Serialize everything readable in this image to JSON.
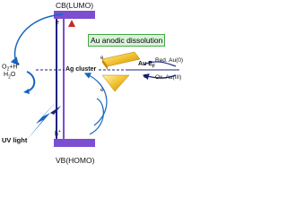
{
  "labels": {
    "cb": "CB(LUMO)",
    "vb": "VB(HOMO)",
    "electron_top": "e",
    "hole_bottom": "h",
    "hole_plus": "+",
    "o2": "O",
    "o2_sub": "2",
    "o2_rest": "+H",
    "o2_sup": "+",
    "h2o": "H",
    "h2o_sub": "2",
    "h2o_rest": "O",
    "uv": "UV light",
    "ag_cluster": "Ag cluster",
    "au": "Au E",
    "au_sub": "F",
    "electron_right": "e",
    "red": "Red. Au(0)",
    "ox": "Ox. Au(III)",
    "e_small_1": "e",
    "e_small_2": "e",
    "title": "Au anodic dissolution"
  },
  "colors": {
    "cb_bar": "#7b4fd0",
    "vb_bar": "#7b4fd0",
    "gap_line": "#1a237e",
    "arrow_blue": "#1565c0",
    "arrow_gradient_top": "#e53935",
    "arrow_gradient_bottom": "#fdd835",
    "title_bg": "#d9f2d9",
    "gold": "#e6a817"
  },
  "icons": {
    "uv_bolt": "lightning-bolt-icon",
    "gold_triangle": "gold-nanoprism-icon"
  }
}
